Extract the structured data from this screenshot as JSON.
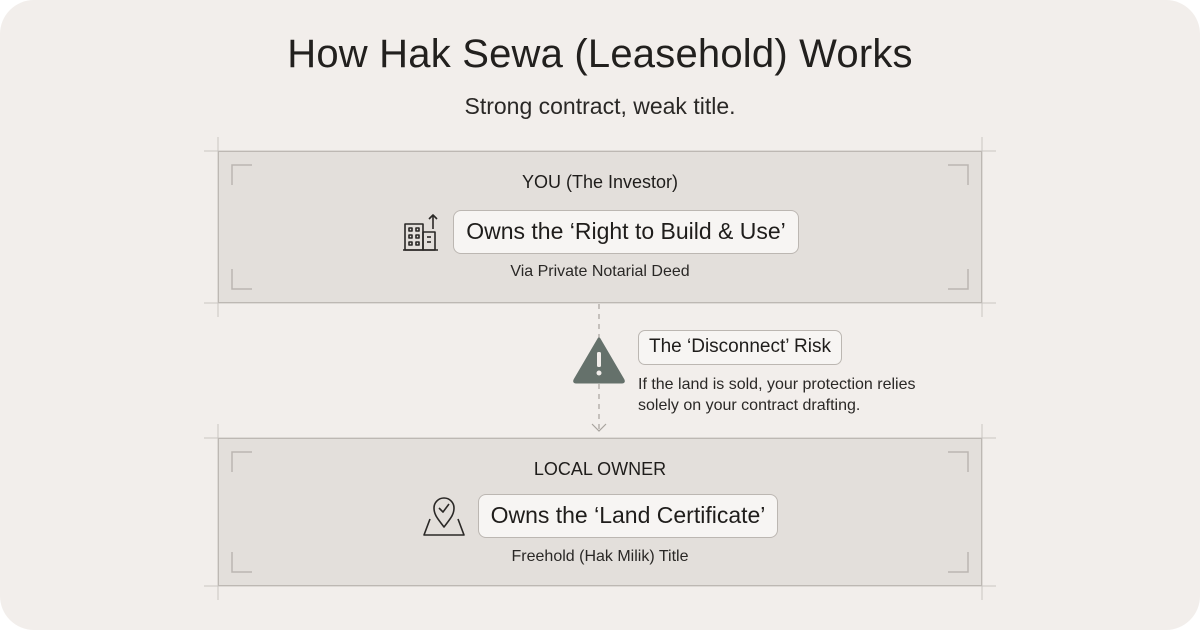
{
  "title": "How Hak Sewa (Leasehold) Works",
  "subtitle": "Strong contract, weak title.",
  "investor": {
    "heading": "YOU (The Investor)",
    "icon": "building-growth-icon",
    "right": "Owns the ‘Right to Build & Use’",
    "note": "Via Private Notarial Deed"
  },
  "risk": {
    "icon": "warning-triangle-icon",
    "label": "The ‘Disconnect’ Risk",
    "line1": "If the land is sold, your protection relies",
    "line2": "solely on your contract drafting."
  },
  "owner": {
    "heading": "LOCAL OWNER",
    "icon": "map-pin-icon",
    "right": "Owns the ‘Land Certificate’",
    "note": "Freehold (Hak Milik) Title"
  },
  "colors": {
    "background": "#f2eeeb",
    "panel": "#e3dfdb",
    "pill": "#f7f5f3",
    "warning": "#65716b",
    "text": "#1f1d1b"
  }
}
